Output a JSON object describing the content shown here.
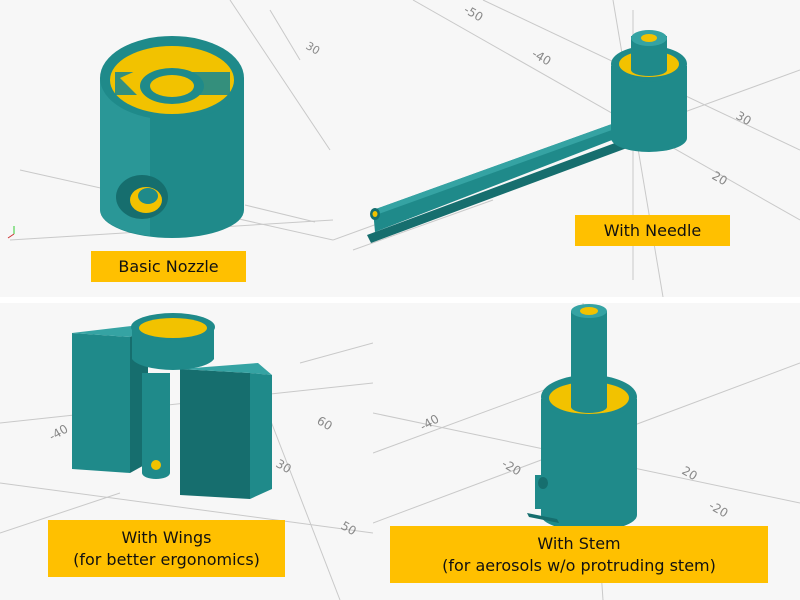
{
  "colors": {
    "background": "#f7f7f7",
    "part_surface": "#1f8a8a",
    "part_surface_dark": "#166e6e",
    "part_surface_light": "#35a3a3",
    "interior": "#f2c200",
    "label_bg": "#ffc000",
    "grid": "#c9c9c9"
  },
  "panels": [
    {
      "name": "basic-nozzle",
      "label_lines": [
        "Basic Nozzle"
      ]
    },
    {
      "name": "with-needle",
      "label_lines": [
        "With Needle"
      ]
    },
    {
      "name": "with-wings",
      "label_lines": [
        "With Wings",
        "(for better ergonomics)"
      ]
    },
    {
      "name": "with-stem",
      "label_lines": [
        "With Stem",
        "(for aerosols w/o protruding stem)"
      ]
    }
  ],
  "axis_ticks": {
    "top_left": [
      "30"
    ],
    "top_right": [
      "-50",
      "-40",
      "30",
      "20"
    ],
    "bottom_left": [
      "-40",
      "60",
      "30",
      "50"
    ],
    "bottom_right": [
      "-40",
      "-20",
      "20",
      "-20"
    ]
  }
}
